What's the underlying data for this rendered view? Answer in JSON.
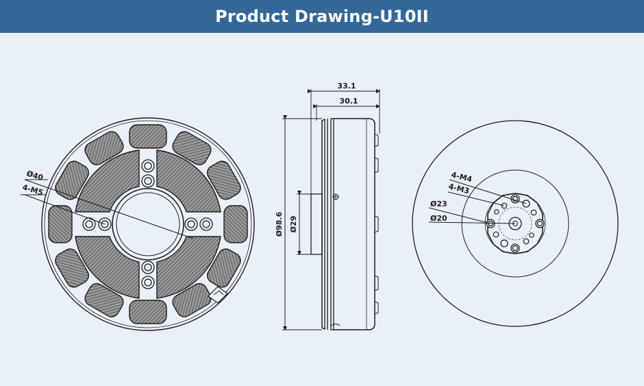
{
  "header": {
    "title": "Product Drawing-U10II"
  },
  "colors": {
    "header_bg": "#336797",
    "background": "#eaf0f8",
    "line": "#1c1c1c",
    "hatch": "#5a5a5a"
  },
  "front_view": {
    "labels": {
      "outer_bolt_circle": "Ø40",
      "mount_holes": "4-M5"
    }
  },
  "side_view": {
    "labels": {
      "overall_length": "33.1",
      "body_length": "30.1",
      "outer_diameter": "Ø98.6",
      "shaft_diameter": "Ø29"
    }
  },
  "rear_view": {
    "labels": {
      "holes_m4": "4-M4",
      "holes_m3": "4-M3",
      "bolt_circle_23": "Ø23",
      "bolt_circle_20": "Ø20"
    }
  }
}
